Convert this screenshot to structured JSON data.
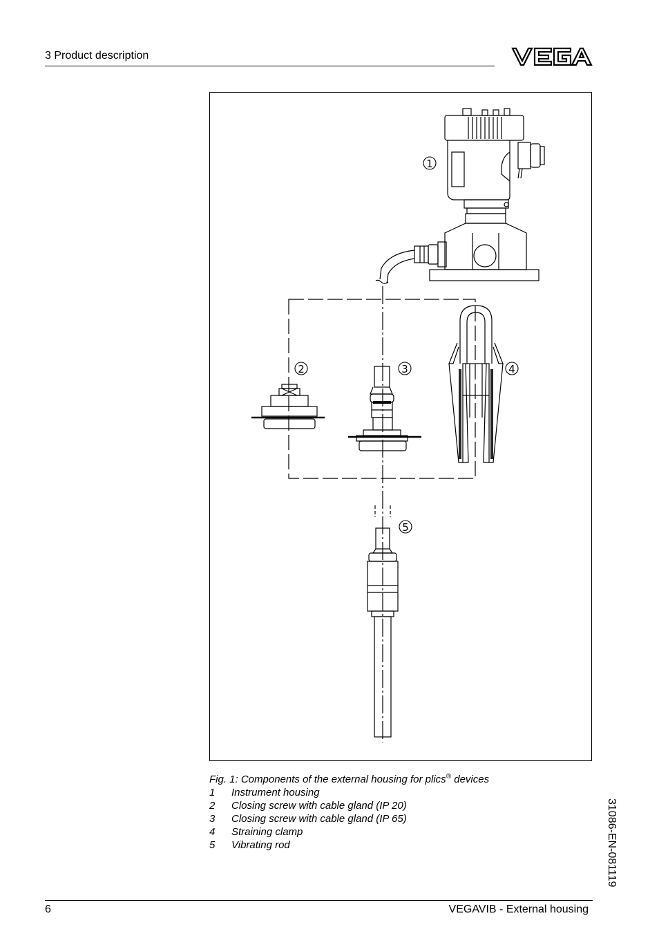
{
  "header": {
    "section_title": "3   Product description",
    "logo_text": "VEGA"
  },
  "figure": {
    "callouts": [
      "1",
      "2",
      "3",
      "4",
      "5"
    ]
  },
  "caption": {
    "title": "Fig. 1: Components of the external housing for plics",
    "title_sup": "®",
    "title_tail": " devices",
    "items": [
      {
        "num": "1",
        "text": "Instrument housing"
      },
      {
        "num": "2",
        "text": "Closing screw with cable gland (IP 20)"
      },
      {
        "num": "3",
        "text": "Closing screw with cable gland (IP 65)"
      },
      {
        "num": "4",
        "text": "Straining clamp"
      },
      {
        "num": "5",
        "text": "Vibrating rod"
      }
    ]
  },
  "side": {
    "document_id": "31086-EN-081119"
  },
  "footer": {
    "page_number": "6",
    "product_name": "VEGAVIB - External housing"
  }
}
